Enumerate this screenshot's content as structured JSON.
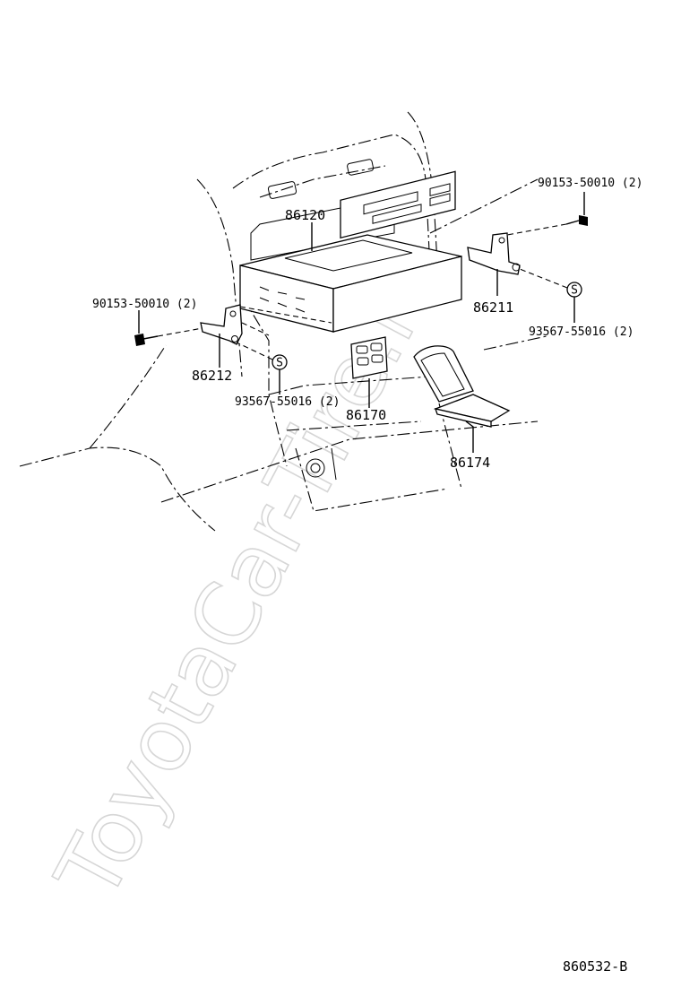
{
  "watermark": "ToyotaCar-Tire.ru",
  "diagram_code": "860532-B",
  "parts": {
    "radio_receiver": "86120",
    "bracket_right": "86211",
    "bracket_left": "86212",
    "switch_panel": "86170",
    "cover": "86174",
    "bolt_right": "90153-50010 (2)",
    "bolt_left": "90153-50010 (2)",
    "nut_right": "93567-55016 (2)",
    "nut_left": "93567-55016 (2)"
  },
  "nut_symbol": "S"
}
